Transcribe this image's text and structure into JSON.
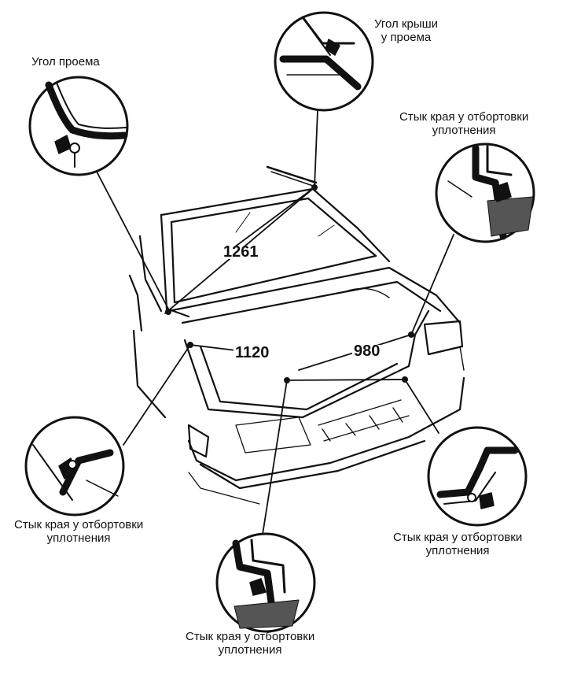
{
  "callouts": {
    "opening_corner": {
      "line1": "Угол проема"
    },
    "roof_corner": {
      "line1": "Угол крыши",
      "line2": "у проема"
    },
    "flange_joint_right_upper": {
      "line1": "Стык края у отбортовки",
      "line2": "уплотнения"
    },
    "flange_joint_left_lower": {
      "line1": "Стык края у отбортовки",
      "line2": "уплотнения"
    },
    "flange_joint_bottom": {
      "line1": "Стык края у отбортовки",
      "line2": "уплотнения"
    },
    "flange_joint_right_lower": {
      "line1": "Стык края у отбортовки",
      "line2": "уплотнения"
    }
  },
  "dimensions": {
    "rear_window": "1261",
    "trunk_opening_left": "1120",
    "trunk_opening_right": "980"
  }
}
